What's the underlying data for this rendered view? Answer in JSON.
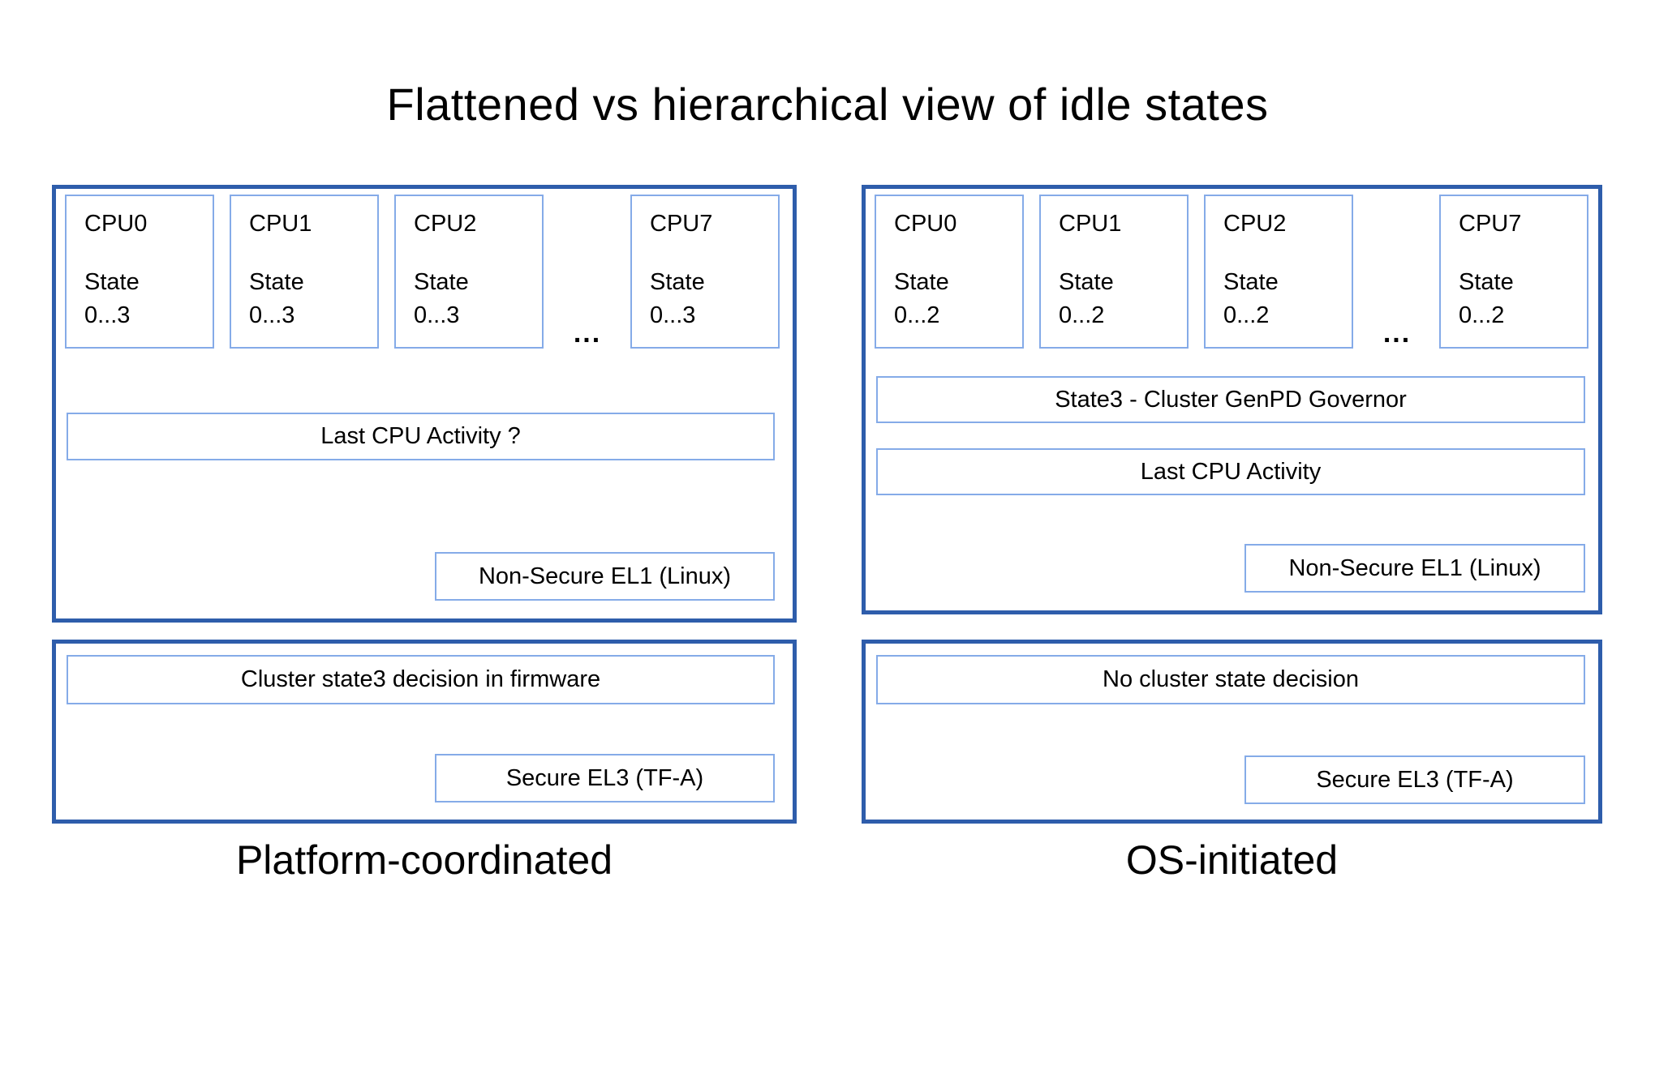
{
  "title": "Flattened vs hierarchical view of idle states",
  "colors": {
    "outer_border": "#2e5dab",
    "inner_border": "#85abe8",
    "text": "#000000",
    "background": "#ffffff"
  },
  "left": {
    "caption": "Platform-coordinated",
    "dots": "...",
    "cpus": [
      {
        "name": "CPU0",
        "state_label": "State",
        "state_range": "0...3"
      },
      {
        "name": "CPU1",
        "state_label": "State",
        "state_range": "0...3"
      },
      {
        "name": "CPU2",
        "state_label": "State",
        "state_range": "0...3"
      },
      {
        "name": "CPU7",
        "state_label": "State",
        "state_range": "0...3"
      }
    ],
    "last_cpu_activity": "Last CPU Activity ?",
    "el1": "Non-Secure EL1 (Linux)",
    "cluster_decision": "Cluster state3 decision in firmware",
    "el3": "Secure EL3 (TF-A)"
  },
  "right": {
    "caption": "OS-initiated",
    "dots": "...",
    "cpus": [
      {
        "name": "CPU0",
        "state_label": "State",
        "state_range": "0...2"
      },
      {
        "name": "CPU1",
        "state_label": "State",
        "state_range": "0...2"
      },
      {
        "name": "CPU2",
        "state_label": "State",
        "state_range": "0...2"
      },
      {
        "name": "CPU7",
        "state_label": "State",
        "state_range": "0...2"
      }
    ],
    "governor": "State3 - Cluster GenPD Governor",
    "last_cpu_activity": "Last CPU Activity",
    "el1": "Non-Secure EL1 (Linux)",
    "cluster_decision": "No cluster state decision",
    "el3": "Secure EL3 (TF-A)"
  }
}
